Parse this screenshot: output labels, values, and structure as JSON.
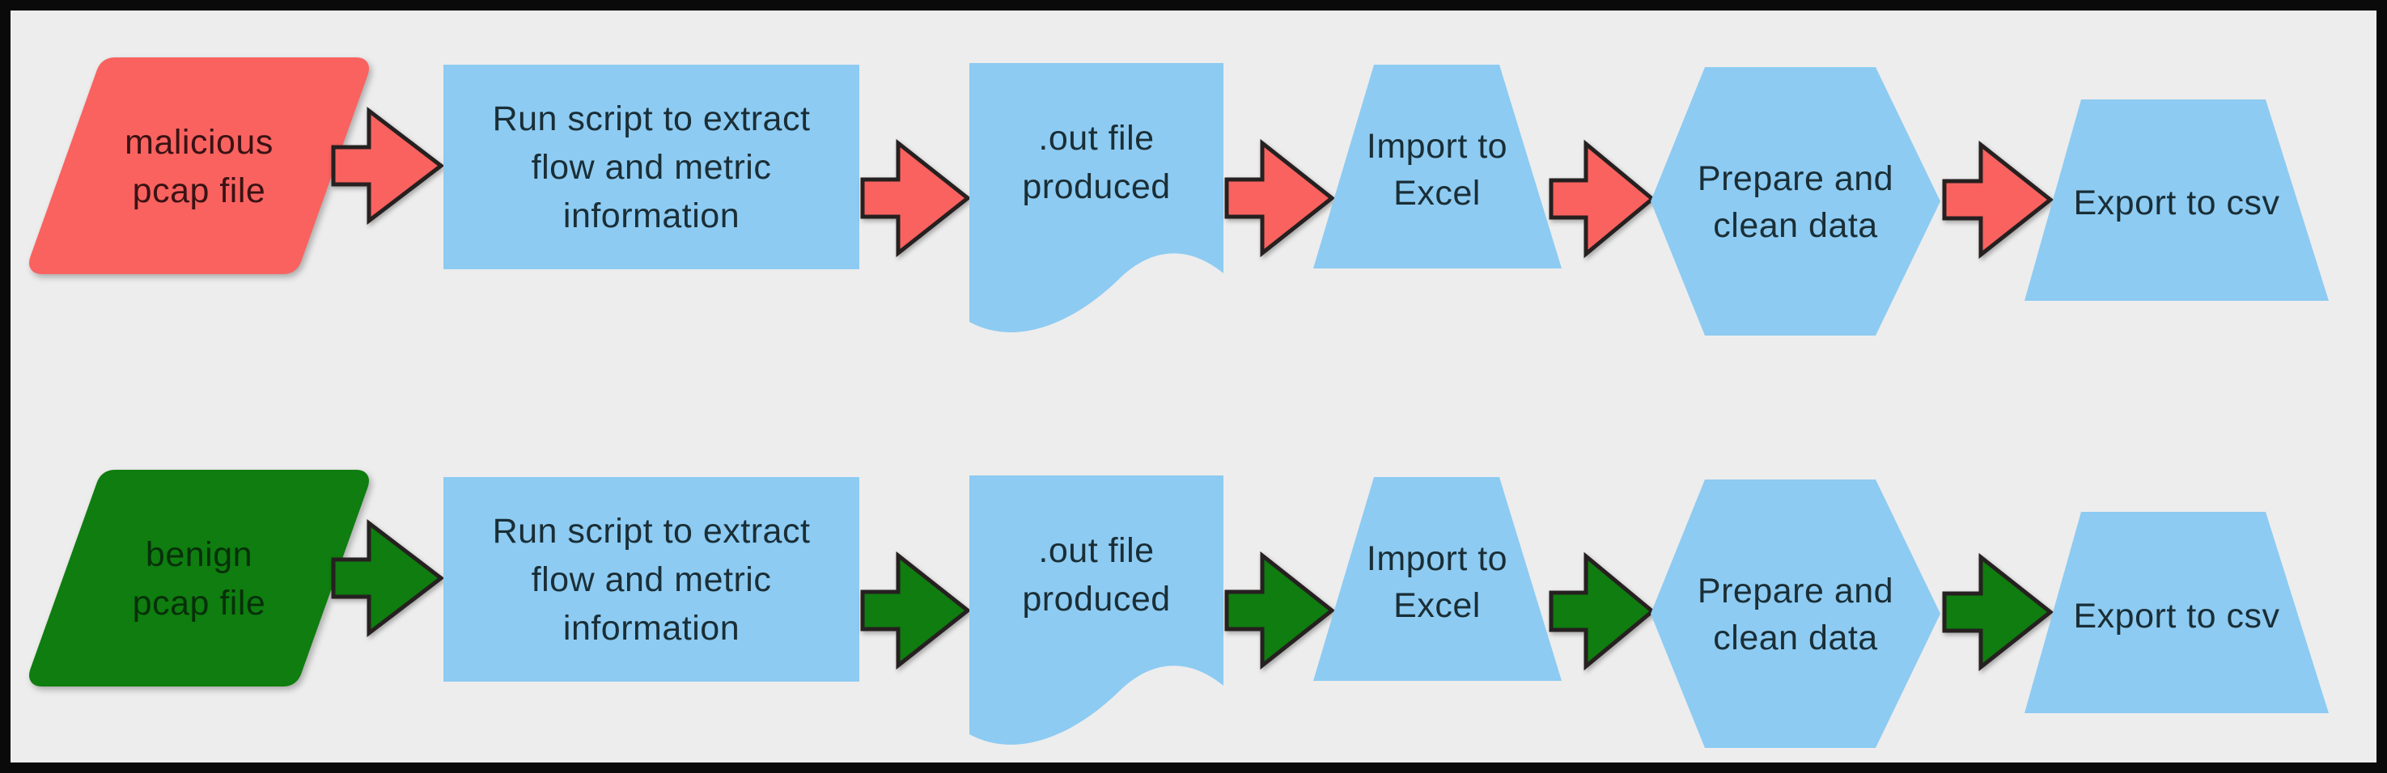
{
  "diagram": {
    "type": "flowchart",
    "orientation": "two horizontal pipelines, left to right",
    "colors": {
      "background": "#ededed",
      "frame": "#0a0a0a",
      "process_fill": "#8dcbf2",
      "malicious_fill": "#f9625f",
      "benign_fill": "#0f7d0f",
      "arrow_outline": "#262020",
      "text_on_process": "#1a2e36",
      "text_on_malicious": "#3a1214",
      "text_on_benign": "#07300a"
    },
    "rows": [
      {
        "id": "malicious-pipeline",
        "arrow_color": "#f9625f",
        "source": {
          "line1": "malicious",
          "line2": "pcap file",
          "shape": "parallelogram"
        },
        "script": {
          "line1": "Run script to extract",
          "line2": "flow and metric",
          "line3": "information",
          "shape": "rectangle"
        },
        "outfile": {
          "line1": ".out file",
          "line2": "produced",
          "shape": "document"
        },
        "import_step": {
          "line1": "Import to",
          "line2": "Excel",
          "shape": "trapezoid"
        },
        "prepare": {
          "line1": "Prepare and",
          "line2": "clean data",
          "shape": "hexagon"
        },
        "export": {
          "label": "Export to csv",
          "shape": "trapezoid"
        }
      },
      {
        "id": "benign-pipeline",
        "arrow_color": "#0f7d0f",
        "source": {
          "line1": "benign",
          "line2": "pcap file",
          "shape": "parallelogram"
        },
        "script": {
          "line1": "Run script to extract",
          "line2": "flow and metric",
          "line3": "information",
          "shape": "rectangle"
        },
        "outfile": {
          "line1": ".out file",
          "line2": "produced",
          "shape": "document"
        },
        "import_step": {
          "line1": "Import to",
          "line2": "Excel",
          "shape": "trapezoid"
        },
        "prepare": {
          "line1": "Prepare and",
          "line2": "clean data",
          "shape": "hexagon"
        },
        "export": {
          "label": "Export to csv",
          "shape": "trapezoid"
        }
      }
    ]
  }
}
